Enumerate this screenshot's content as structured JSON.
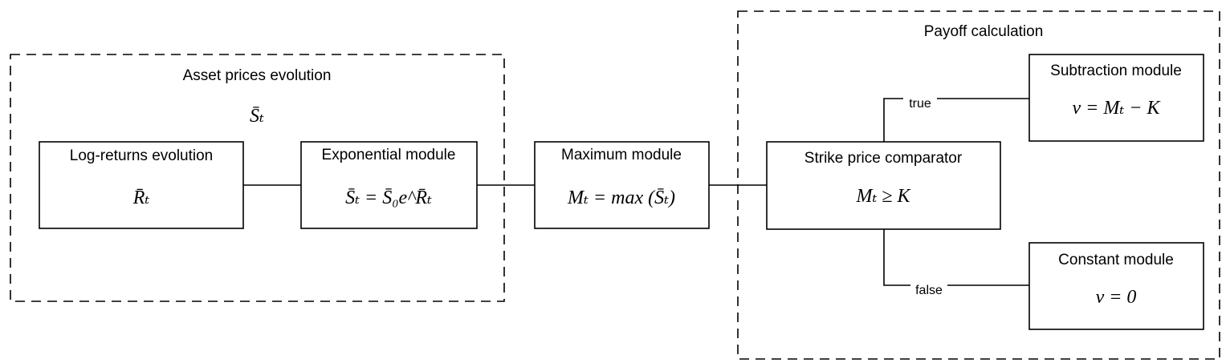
{
  "groups": {
    "asset": {
      "title": "Asset prices evolution",
      "subtitle": "S̄ₜ"
    },
    "payoff": {
      "title": "Payoff calculation"
    }
  },
  "nodes": {
    "log_returns": {
      "title": "Log-returns evolution",
      "formula": "R̄ₜ"
    },
    "exponential": {
      "title": "Exponential module",
      "formula": "S̄ₜ = S̄₀e^R̄ₜ"
    },
    "maximum": {
      "title": "Maximum module",
      "formula": "Mₜ = max (S̄ₜ)"
    },
    "comparator": {
      "title": "Strike price comparator",
      "formula": "Mₜ ≥ K"
    },
    "subtraction": {
      "title": "Subtraction module",
      "formula": "v = Mₜ − K"
    },
    "constant": {
      "title": "Constant module",
      "formula": "v = 0"
    }
  },
  "edges": {
    "true_label": "true",
    "false_label": "false"
  }
}
